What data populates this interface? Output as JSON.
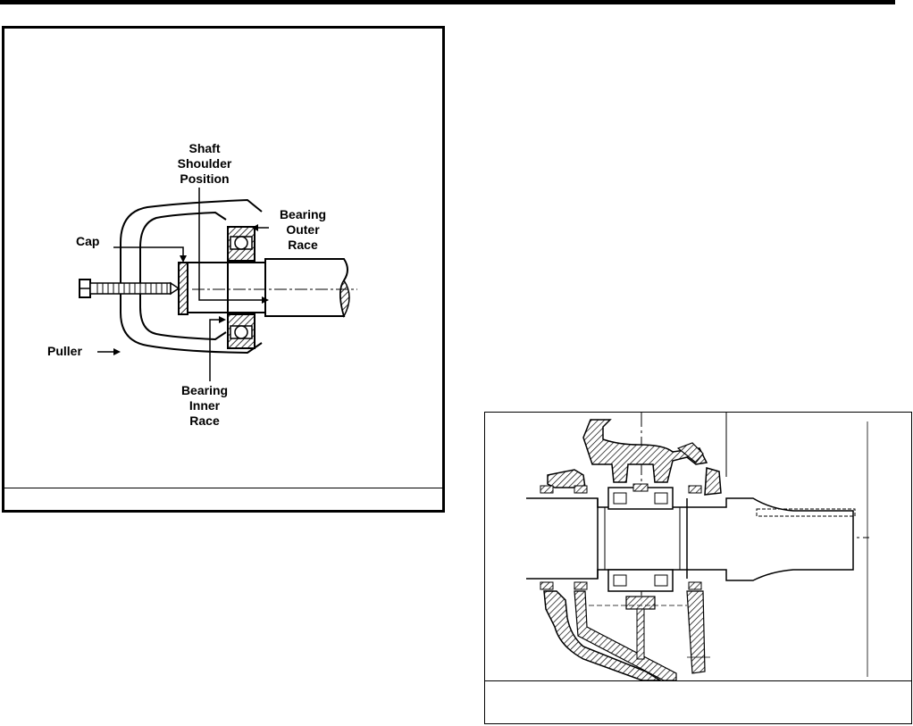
{
  "left_figure": {
    "labels": {
      "shaft_shoulder": [
        "Shaft",
        "Shoulder",
        "Position"
      ],
      "bearing_outer": [
        "Bearing",
        "Outer",
        "Race"
      ],
      "cap": "Cap",
      "puller": "Puller",
      "bearing_inner": [
        "Bearing",
        "Inner",
        "Race"
      ]
    },
    "caption": ""
  },
  "right_figure": {
    "caption": ""
  }
}
